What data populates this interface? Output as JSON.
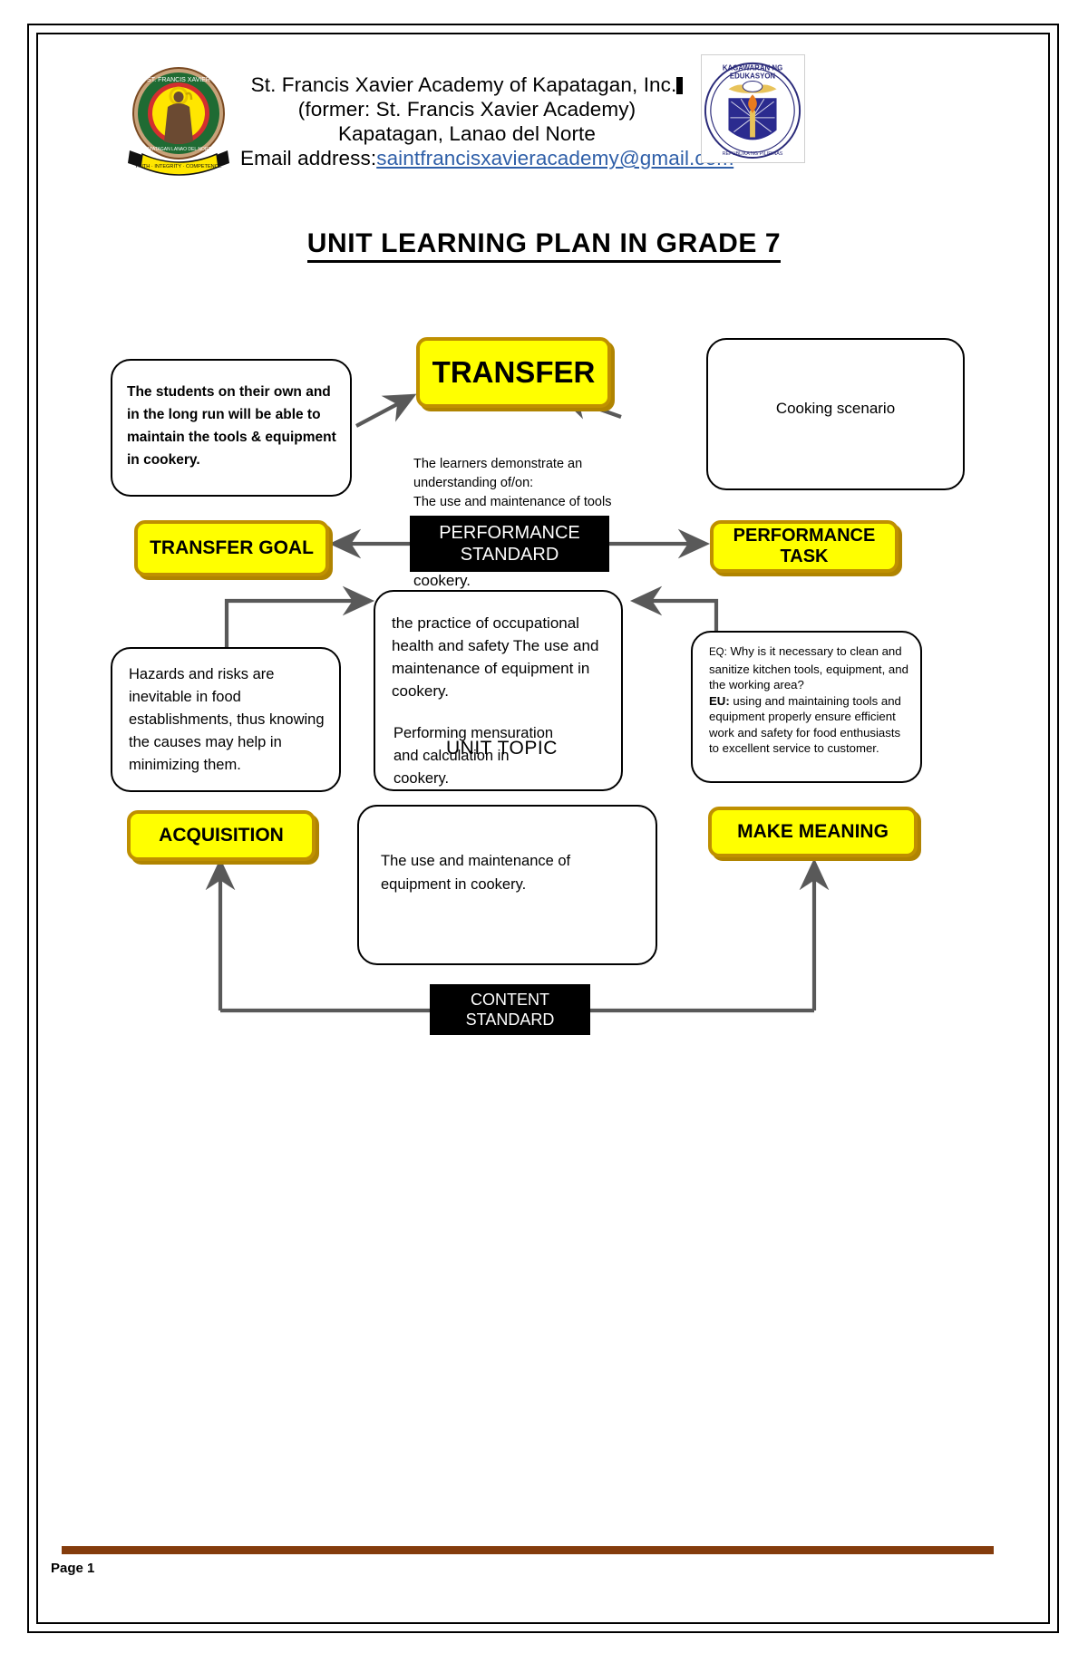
{
  "header": {
    "school_name": "St. Francis Xavier Academy of Kapatagan, Inc.",
    "former_name": "(former: St. Francis Xavier Academy)",
    "address": "Kapatagan, Lanao del Norte",
    "email_label": "Email address:",
    "email": "saintfrancisxavieracademy@gmail.com",
    "left_logo_name": "st-francis-xavier-academy-seal",
    "left_logo_text_ring": "ST. FRANCIS XAVIER ACADEMY",
    "left_logo_banner": "FAITH · INTEGRITY · COMPETENCE",
    "right_logo_name": "deped-seal",
    "right_logo_text_ring": "KAGAWARAN NG EDUKASYON",
    "right_logo_text_sub": "REPUBLIKA NG PILIPINAS"
  },
  "title": "UNIT LEARNING PLAN IN GRADE 7",
  "diagram": {
    "transfer_banner": "TRANSFER",
    "transfer_goal_banner": "TRANSFER GOAL",
    "performance_task_banner": "PERFORMANCE TASK",
    "performance_standard_banner": "PERFORMANCE STANDARD",
    "content_standard_banner": "CONTENT STANDARD",
    "acquisition_banner": "ACQUISITION",
    "make_meaning_banner": "MAKE MEANING",
    "unit_topic_label": "UNIT TOPIC",
    "transfer_goal_text": "The students on their own and in the long run will be able to maintain the tools & equipment in cookery.",
    "cooking_scenario_text": "Cooking scenario",
    "performance_standard_text_top": "The learners demonstrate an understanding of/on:",
    "performance_standard_text_top2": "The use and maintenance of tools",
    "performance_standard_text_mid": "cookery.",
    "unit_topic_box_text": "the practice of occupational health and safety The use and maintenance of equipment in cookery.",
    "unit_topic_overflow_1": "Performing mensuration",
    "unit_topic_overflow_2": "and calculation in",
    "unit_topic_overflow_3": "cookery.",
    "hazards_text": "Hazards and risks are inevitable in food establishments, thus knowing the causes may help in minimizing them.",
    "eq_label": "EQ:",
    "eq_text": " Why is it necessary to clean and sanitize kitchen tools, equipment,  and the working area?",
    "eu_label": "EU:",
    "eu_text": " using and maintaining tools and equipment properly ensure efficient work and safety for food enthusiasts to excellent service to customer.",
    "content_standard_text": "The use and maintenance of equipment in cookery."
  },
  "footer": {
    "page_label": "Page 1",
    "rule_color": "#843c0c"
  },
  "colors": {
    "banner_fill": "#ffff00",
    "banner_border": "#bf9000",
    "black_banner": "#000000",
    "arrow": "#595959",
    "link": "#2f5fa8"
  }
}
